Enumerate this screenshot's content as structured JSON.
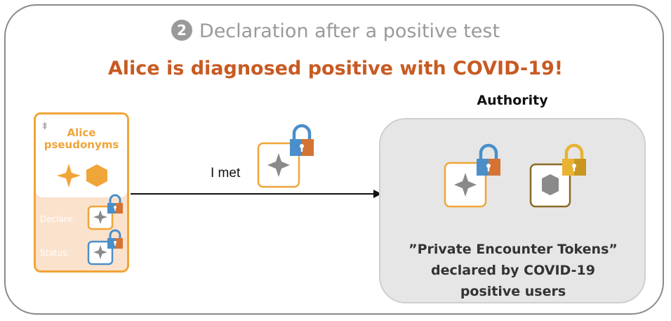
{
  "step": {
    "badge": "2",
    "title": "Declaration after a positive test"
  },
  "headline": "Alice is diagnosed positive with COVID-19!",
  "phone": {
    "title_line1": "Alice",
    "title_line2": "pseudonyms",
    "declare_label": "Declare:",
    "status_label": "Status:"
  },
  "exchange": {
    "label": "I met"
  },
  "authority": {
    "title": "Authority",
    "caption_line1": "”Private Encounter Tokens”",
    "caption_line2": "declared by  COVID-19",
    "caption_line3": "positive users"
  },
  "colors": {
    "headline": "#c85a22",
    "orange": "#f0a538",
    "blue": "#4a8fca",
    "lock_orange": "#d47333",
    "gold": "#e8b331",
    "olive": "#8a6a26",
    "token_gray": "#8a8a8a",
    "authority_bg": "#e6e6e6"
  },
  "icons": [
    "bluetooth-icon",
    "star-icon",
    "hexagon-icon",
    "token-icon",
    "lock-icon"
  ]
}
